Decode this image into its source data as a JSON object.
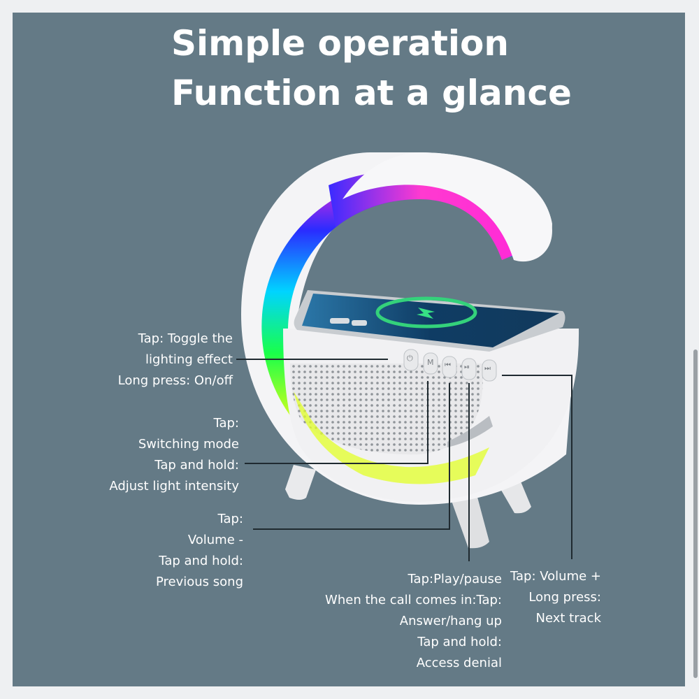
{
  "heading": {
    "line1": "Simple operation",
    "line2": "Function at a glance"
  },
  "colors": {
    "background": "#647a86",
    "text": "#ffffff"
  },
  "callouts": {
    "power": [
      "Tap: Toggle the",
      "lighting effect",
      "Long press: On/off"
    ],
    "mode": [
      "Tap:",
      "Switching mode",
      "Tap and hold:",
      "Adjust light intensity"
    ],
    "volume_down": [
      "Tap:",
      "Volume -",
      "Tap and hold:",
      "Previous song"
    ],
    "play_pause": [
      "Tap:Play/pause",
      "When the call comes in:Tap:",
      "Answer/hang up",
      "Tap and hold:",
      "Access denial"
    ],
    "volume_up": [
      "Tap: Volume +",
      "Long press:",
      "Next track"
    ]
  },
  "buttons": [
    {
      "icon": "power-icon"
    },
    {
      "icon": "mode-icon"
    },
    {
      "icon": "previous-icon"
    },
    {
      "icon": "play-pause-icon"
    },
    {
      "icon": "next-icon"
    }
  ]
}
